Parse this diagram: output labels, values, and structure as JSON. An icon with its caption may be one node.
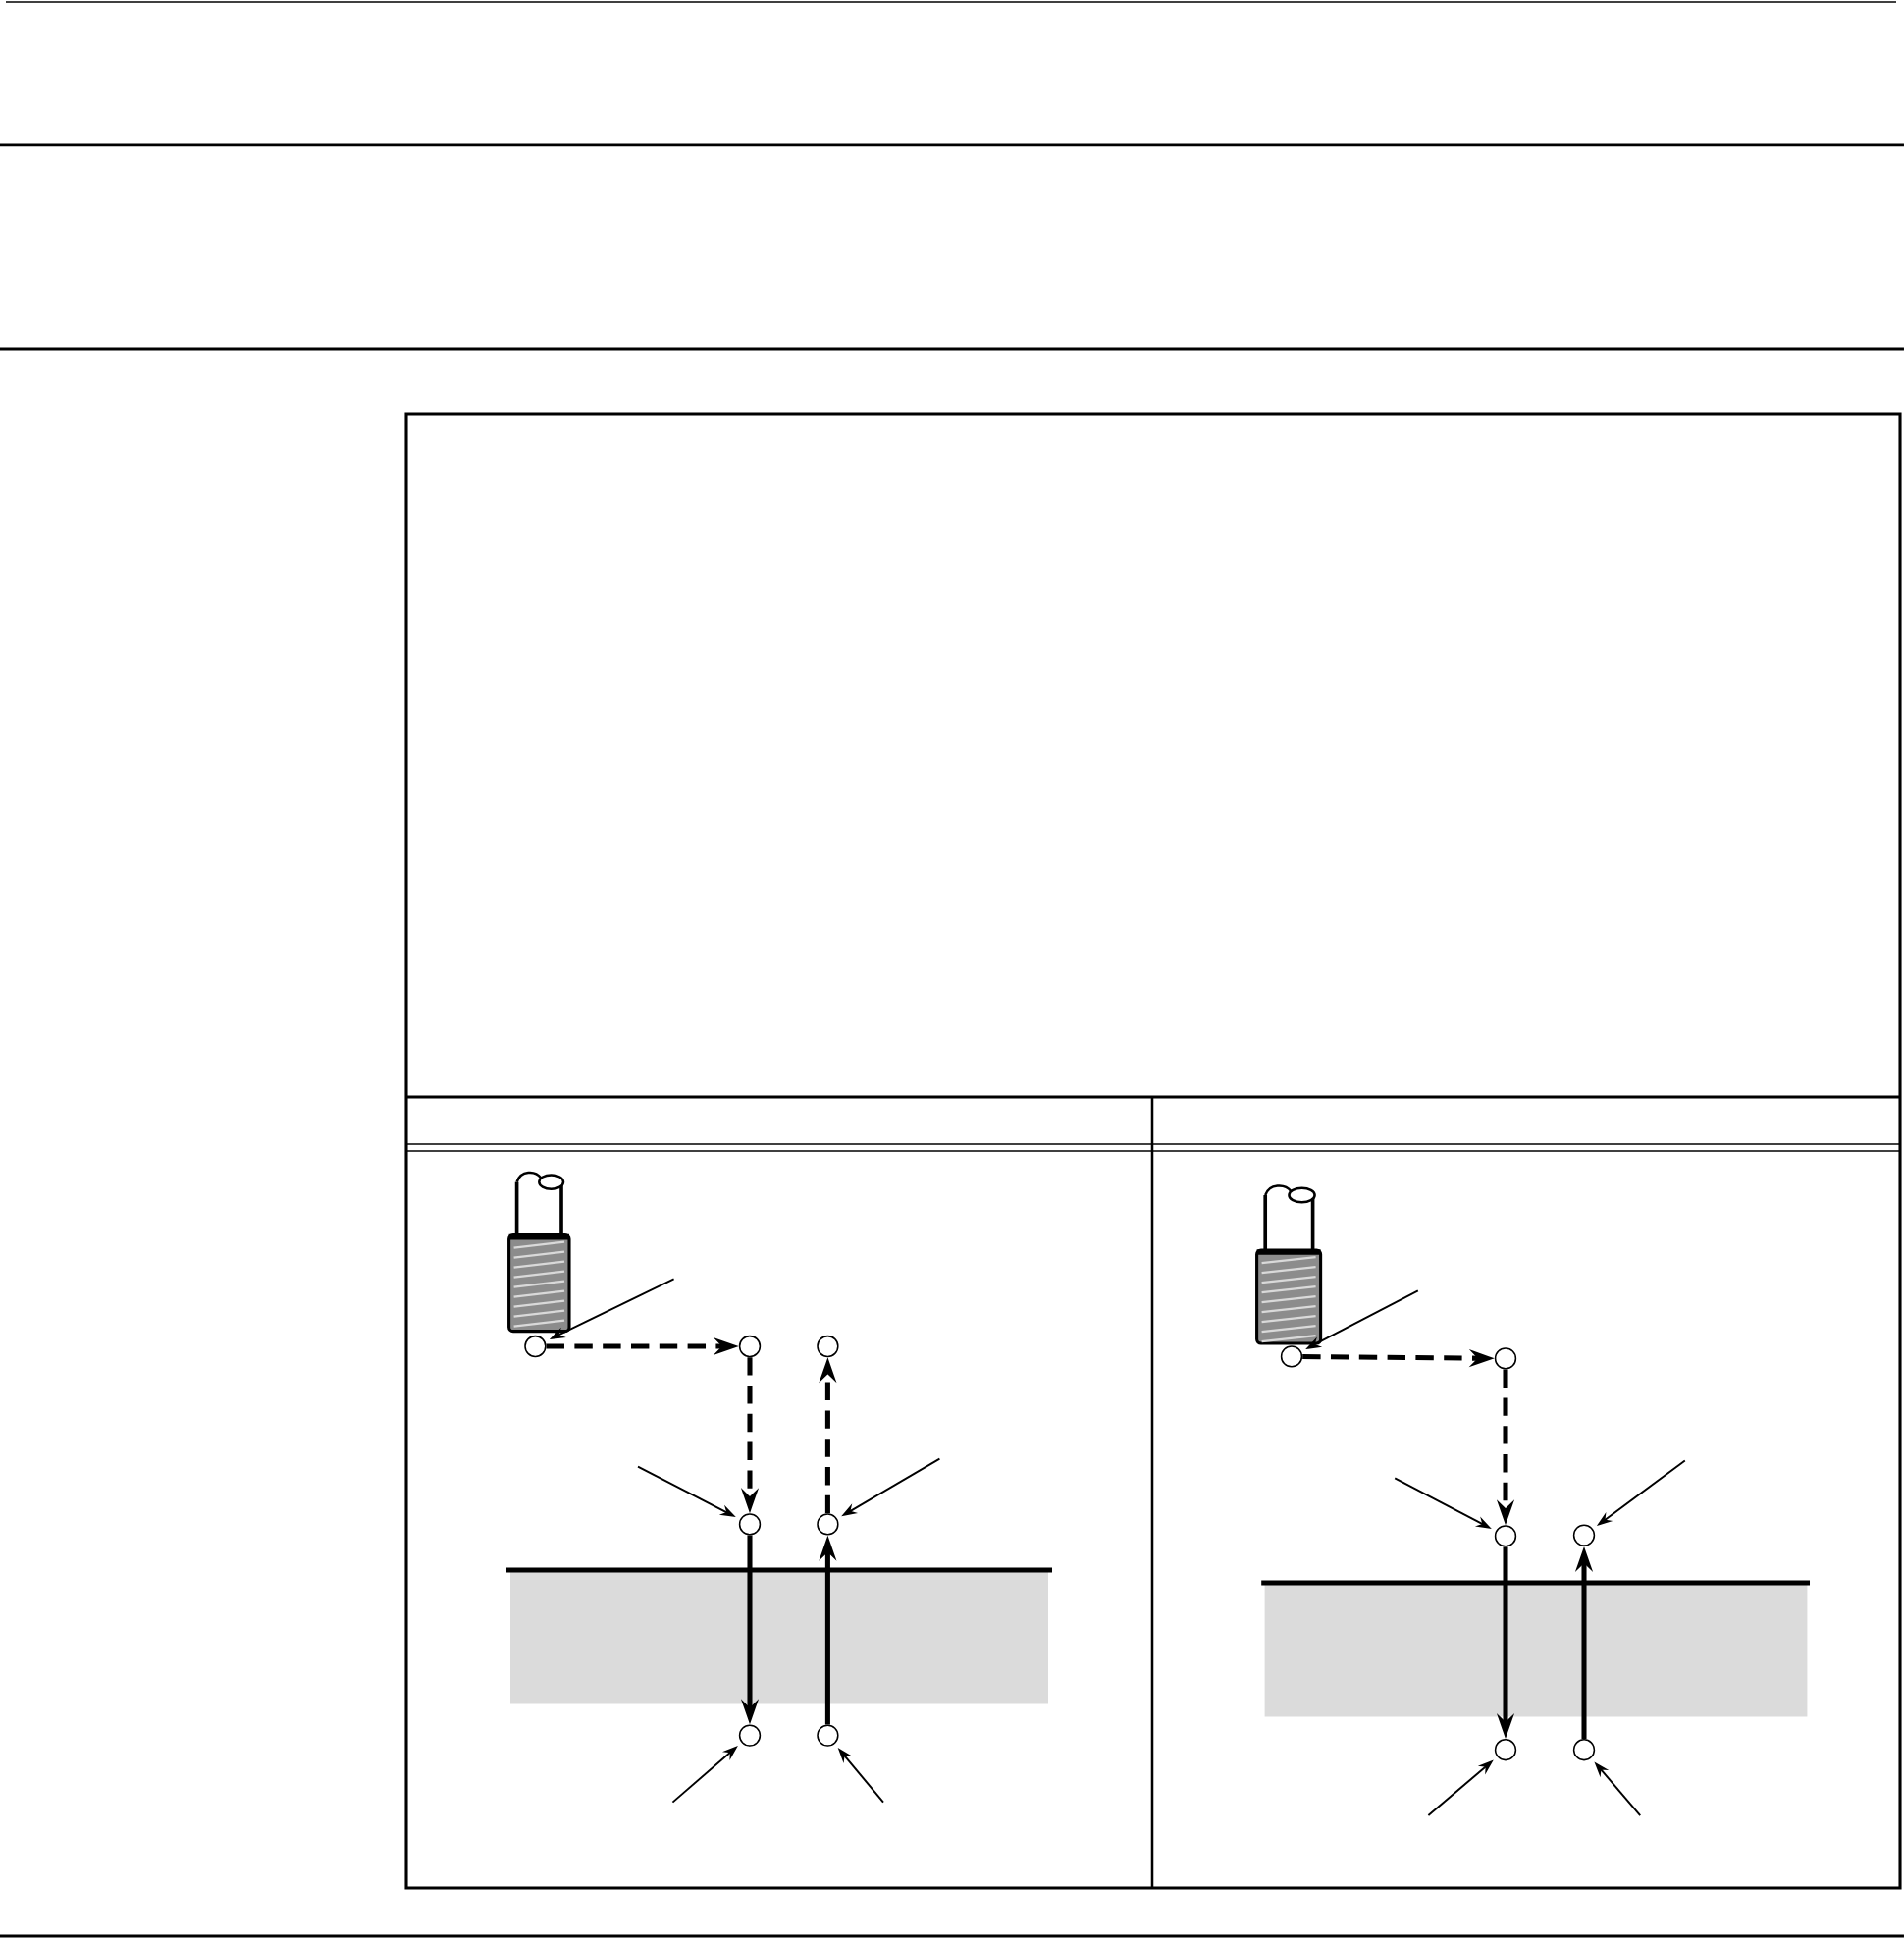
{
  "diagram": {
    "nodes": [
      {
        "text": [],
        "shape": "circle"
      },
      {
        "text": [],
        "shape": "circle"
      },
      {
        "text": [],
        "shape": "circle"
      },
      {
        "text": [],
        "shape": "circle"
      },
      {
        "text": [],
        "shape": "circle"
      },
      {
        "text": [],
        "shape": "circle"
      },
      {
        "text": [],
        "shape": "circle"
      },
      {
        "text": [],
        "shape": "circle"
      },
      {
        "text": [],
        "shape": "circle"
      },
      {
        "text": [],
        "shape": "circle"
      },
      {
        "text": [],
        "shape": "circle"
      },
      {
        "text": [],
        "shape": "circle"
      },
      {
        "text": [],
        "shape": "circle"
      }
    ],
    "edges": [
      {
        "from": 0,
        "to": 1,
        "arrow": "to",
        "style": "dashed"
      },
      {
        "from": 1,
        "to": 3,
        "arrow": "to",
        "style": "dashed"
      },
      {
        "from": 3,
        "to": 5,
        "arrow": "to",
        "style": "thick"
      },
      {
        "from": 6,
        "to": 4,
        "arrow": "to",
        "style": "thick"
      },
      {
        "from": 4,
        "to": 2,
        "arrow": "to",
        "style": "dashed"
      },
      {
        "from": null,
        "to": 0,
        "arrow": "to"
      },
      {
        "from": null,
        "to": 3,
        "arrow": "to"
      },
      {
        "from": null,
        "to": 4,
        "arrow": "to"
      },
      {
        "from": null,
        "to": 5,
        "arrow": "to"
      },
      {
        "from": null,
        "to": 6,
        "arrow": "to"
      },
      {
        "from": 7,
        "to": 8,
        "arrow": "to",
        "style": "dashed"
      },
      {
        "from": 8,
        "to": 9,
        "arrow": "to",
        "style": "dashed"
      },
      {
        "from": 9,
        "to": 11,
        "arrow": "to",
        "style": "thick"
      },
      {
        "from": 12,
        "to": 10,
        "arrow": "to",
        "style": "thick"
      },
      {
        "from": null,
        "to": 7,
        "arrow": "to"
      },
      {
        "from": null,
        "to": 9,
        "arrow": "to"
      },
      {
        "from": null,
        "to": 10,
        "arrow": "to"
      },
      {
        "from": null,
        "to": 11,
        "arrow": "to"
      },
      {
        "from": null,
        "to": 12,
        "arrow": "to"
      }
    ]
  }
}
